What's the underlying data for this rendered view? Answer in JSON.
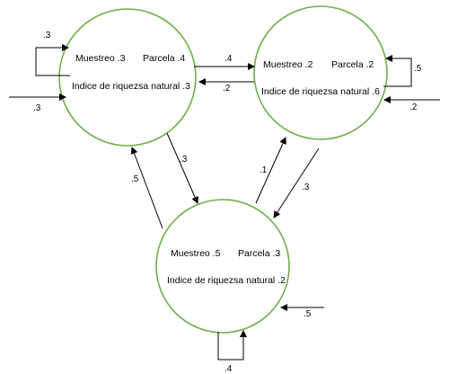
{
  "nodes": [
    {
      "muestreo": "Muestreo .3",
      "parcela": "Parcela .4",
      "indice": "Indice de riquezsa natural .3"
    },
    {
      "muestreo": "Muestreo .2",
      "parcela": "Parcela .2",
      "indice": "Indice de riquezsa natural .6"
    },
    {
      "muestreo": "Muestreo .5",
      "parcela": "Parcela .3",
      "indice": "Indice de riquezsa natural .2"
    }
  ],
  "edges": {
    "n1_self": ".3",
    "n1_in": ".3",
    "n1_to_n2": ".4",
    "n2_to_n1": ".2",
    "n2_self": ".5",
    "n2_in": ".2",
    "n1_to_n3": ".3",
    "n3_to_n1": ".5",
    "n3_to_n2": ".1",
    "n2_to_n3": ".3",
    "n3_in": ".5",
    "n3_self": ".4"
  },
  "colors": {
    "node_stroke": "#70ad47",
    "edge": "#000000"
  }
}
